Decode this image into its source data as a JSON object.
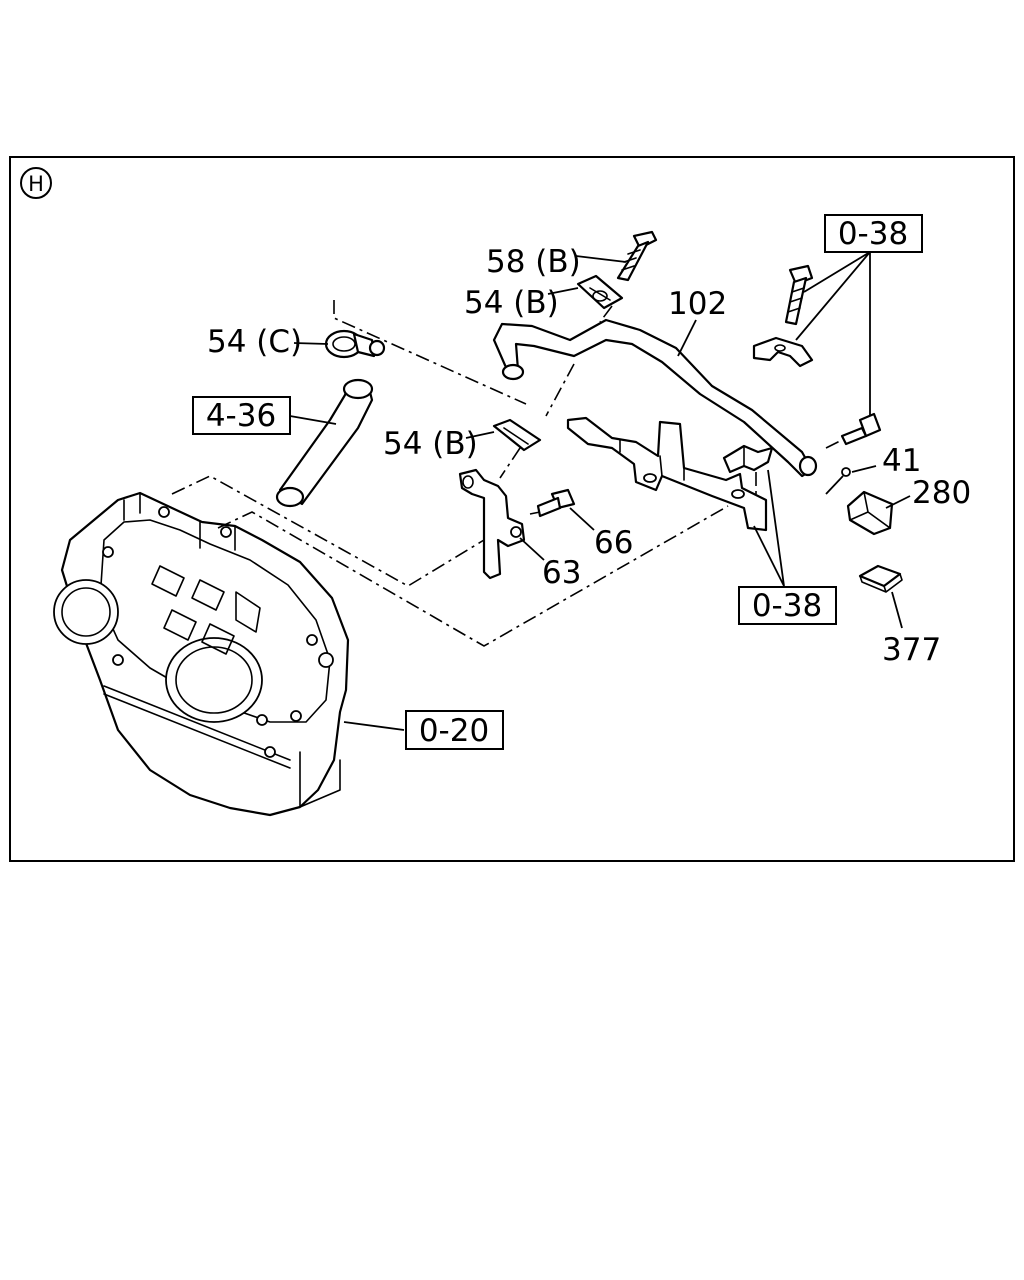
{
  "view_marker": "H",
  "callouts": {
    "ref_0_38_top": "0-38",
    "ref_4_36": "4-36",
    "ref_0_38_bottom": "0-38",
    "ref_0_20": "0-20",
    "p58b": "58 (B)",
    "p54b_top": "54 (B)",
    "p54c": "54 (C)",
    "p54b_mid": "54 (B)",
    "p102": "102",
    "p41": "41",
    "p280": "280",
    "p66": "66",
    "p63": "63",
    "p377": "377"
  }
}
